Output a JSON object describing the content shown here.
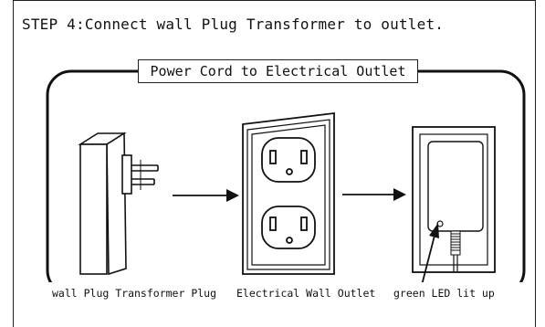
{
  "step": {
    "title": "STEP 4:Connect wall Plug Transformer to outlet."
  },
  "diagram": {
    "box_title": "Power Cord to Electrical Outlet",
    "captions": [
      "wall Plug Transformer Plug",
      "Electrical Wall Outlet",
      "green LED lit up"
    ]
  }
}
